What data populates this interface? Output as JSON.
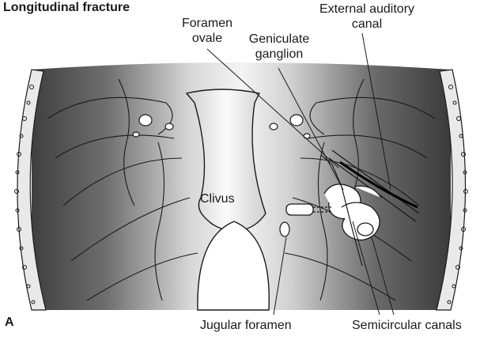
{
  "figure": {
    "title": "Longitudinal fracture",
    "panel_letter": "A",
    "labels": {
      "foramen_ovale": [
        "Foramen",
        "ovale"
      ],
      "geniculate_ganglion": [
        "Geniculate",
        "ganglion"
      ],
      "external_auditory_canal": [
        "External auditory",
        "canal"
      ],
      "clivus": "Clivus",
      "jugular_foramen": "Jugular foramen",
      "semicircular_canals": "Semicircular canals"
    },
    "colors": {
      "bone_dark": "#4a4a4a",
      "bone_mid": "#9a9a9a",
      "bone_light": "#f2f2f2",
      "line": "#1a1a1a"
    }
  }
}
